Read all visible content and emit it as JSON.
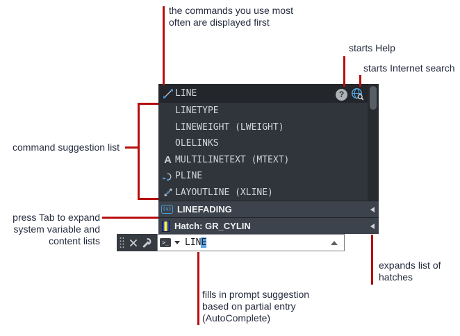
{
  "annotations": {
    "most_used": "the commands you use most\noften are displayed first",
    "starts_help": "starts Help",
    "starts_internet_search": "starts Internet search",
    "command_suggestion_list": "command suggestion list",
    "press_tab": "press Tab to expand\nsystem variable and\ncontent lists",
    "expands_hatches": "expands list of\nhatches",
    "autocomplete": "fills in prompt suggestion\nbased on partial entry\n(AutoComplete)"
  },
  "panel": {
    "commands": [
      {
        "label": "LINE"
      },
      {
        "label": "LINETYPE"
      },
      {
        "label": "LINEWEIGHT (LWEIGHT)"
      },
      {
        "label": "OLELINKS"
      },
      {
        "label": "MULTILINETEXT (MTEXT)"
      },
      {
        "label": "PLINE"
      },
      {
        "label": "LAYOUTLINE (XLINE)"
      }
    ],
    "system_variable_row": {
      "label": "LINEFADING"
    },
    "hatch_row": {
      "label": "Hatch: GR_CYLIN"
    }
  },
  "command_input": {
    "typed": "LIN",
    "autocomplete_suggestion": "E"
  },
  "icons": {
    "help_glyph": "?",
    "mtext_glyph": "A",
    "sysvar_glyph": "(x)",
    "prompt_glyph": ">_"
  },
  "colors": {
    "accent_red": "#B70D0D",
    "panel_bg": "#30353B",
    "row_highlight_bg": "#23272C",
    "sysvar_row_bg": "#3D434C",
    "suggestion_highlight": "#5FA6E6",
    "hatch_blue": "#2135CF",
    "hatch_yellow": "#F8EF00",
    "globe_blue": "#58A8E2"
  }
}
